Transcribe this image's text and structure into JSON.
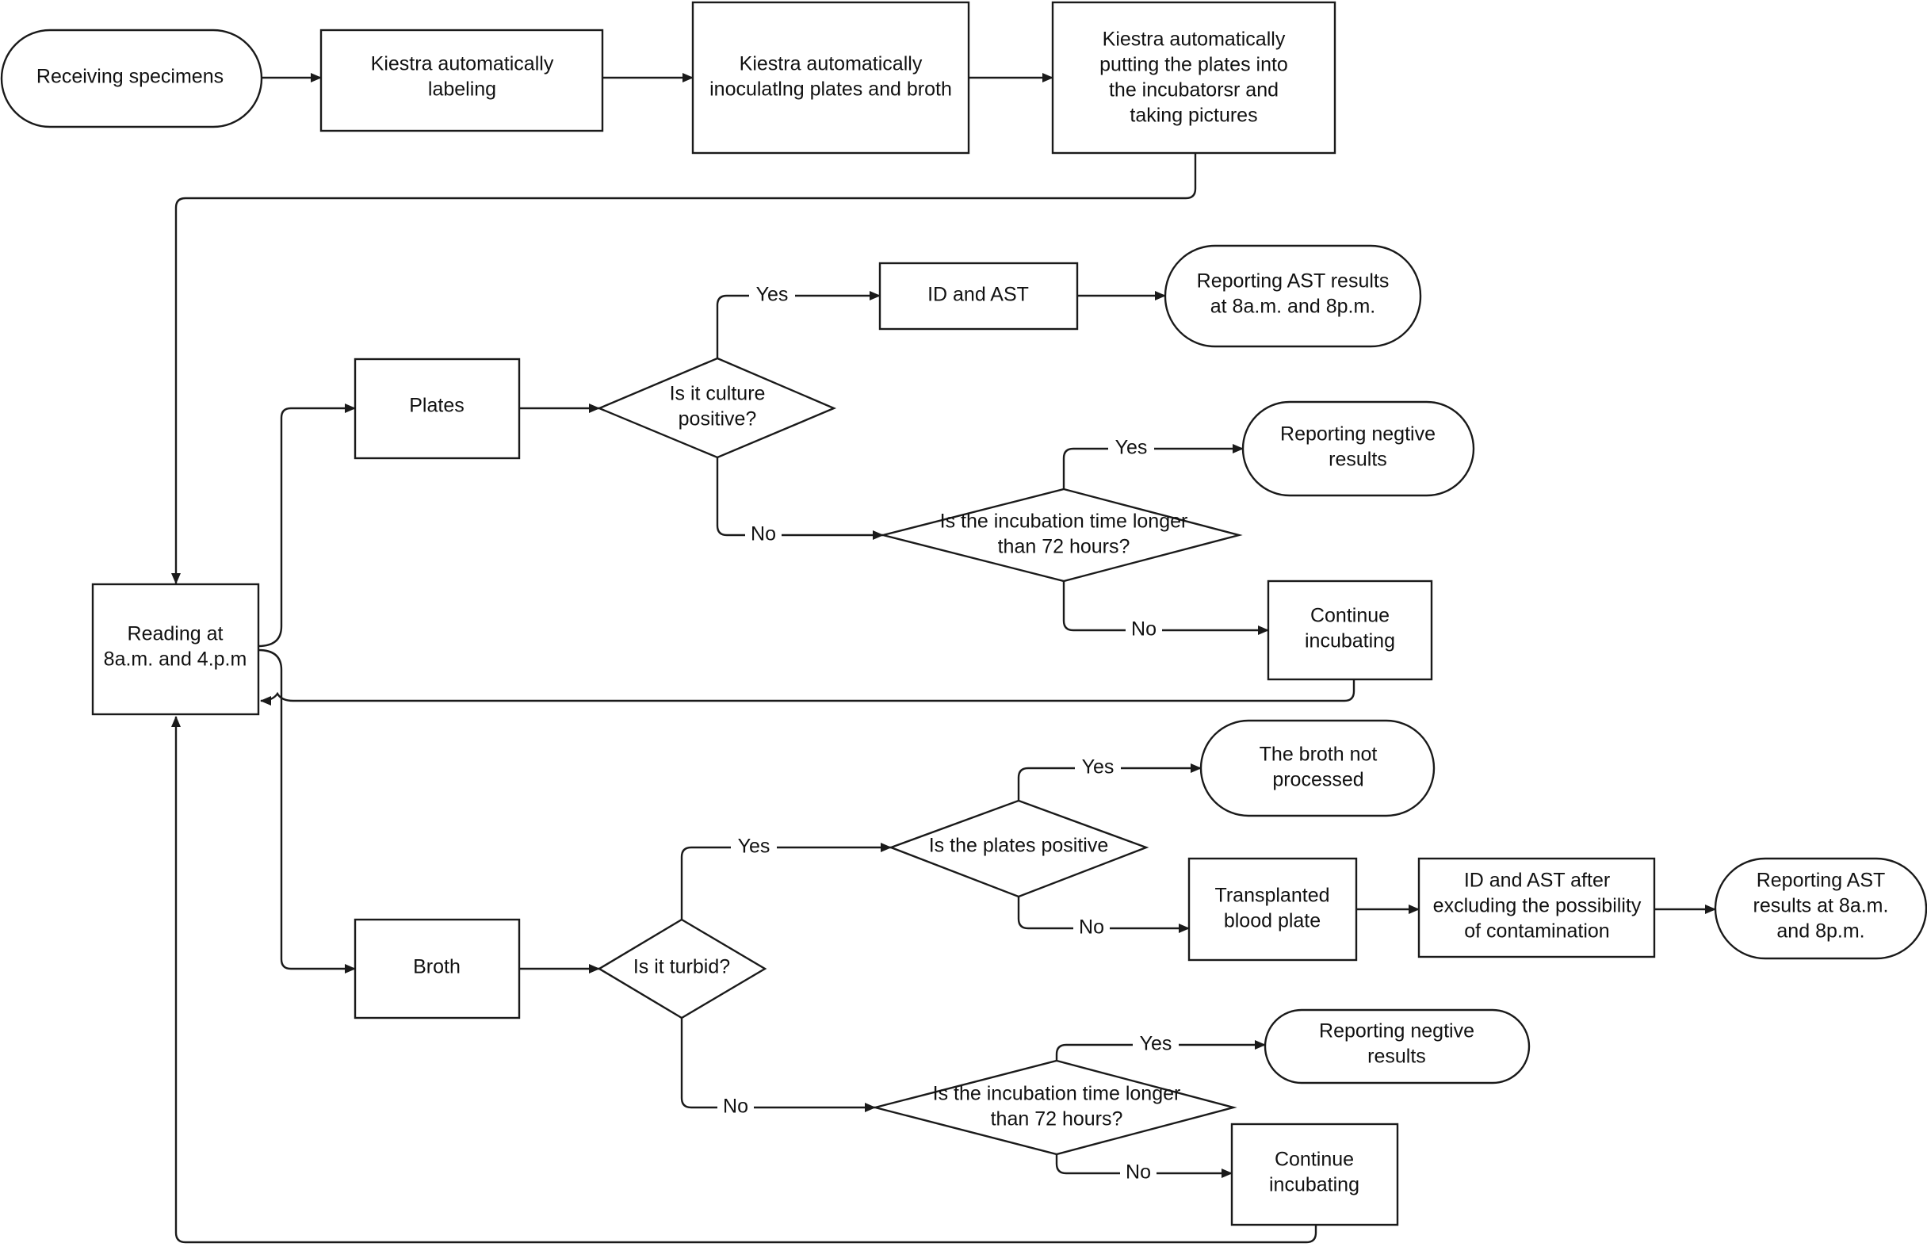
{
  "nodes": {
    "receiving": "Receiving specimens",
    "label_1": "Kiestra automatically",
    "label_2": "labeling",
    "inoc_1": "Kiestra automatically",
    "inoc_2": "inoculatlng plates and broth",
    "incub_1": "Kiestra automatically",
    "incub_2": "putting the plates into",
    "incub_3": "the incubatorsr and",
    "incub_4": "taking pictures",
    "reading_1": "Reading at",
    "reading_2": "8a.m. and 4.p.m",
    "plates": "Plates",
    "culture_q_1": "Is it culture",
    "culture_q_2": "positive?",
    "id_ast": "ID and AST",
    "report_ast_1": "Reporting AST results",
    "report_ast_2": "at 8a.m. and 8p.m.",
    "time_q1_1": "Is the incubation time longer",
    "time_q1_2": "than 72 hours?",
    "report_neg1_1": "Reporting negtive",
    "report_neg1_2": "results",
    "continue1_1": "Continue",
    "continue1_2": "incubating",
    "broth": "Broth",
    "turbid_q": "Is it turbid?",
    "plates_pos_q": "Is the plates positive",
    "broth_np_1": "The broth not",
    "broth_np_2": "processed",
    "transplant_1": "Transplanted",
    "transplant_2": "blood plate",
    "id_ast2_1": "ID and AST after",
    "id_ast2_2": "excluding the possibility",
    "id_ast2_3": "of contamination",
    "report_ast2_1": "Reporting AST",
    "report_ast2_2": "results at 8a.m.",
    "report_ast2_3": "and 8p.m.",
    "time_q2_1": "Is the incubation time longer",
    "time_q2_2": "than 72 hours?",
    "report_neg2_1": "Reporting negtive",
    "report_neg2_2": "results",
    "continue2_1": "Continue",
    "continue2_2": "incubating"
  },
  "edge_labels": {
    "yes_culture": "Yes",
    "no_culture": "No",
    "yes_time1": "Yes",
    "no_time1": "No",
    "yes_turbid": "Yes",
    "no_turbid": "No",
    "yes_plates_pos": "Yes",
    "no_plates_pos": "No",
    "yes_time2": "Yes",
    "no_time2": "No"
  }
}
